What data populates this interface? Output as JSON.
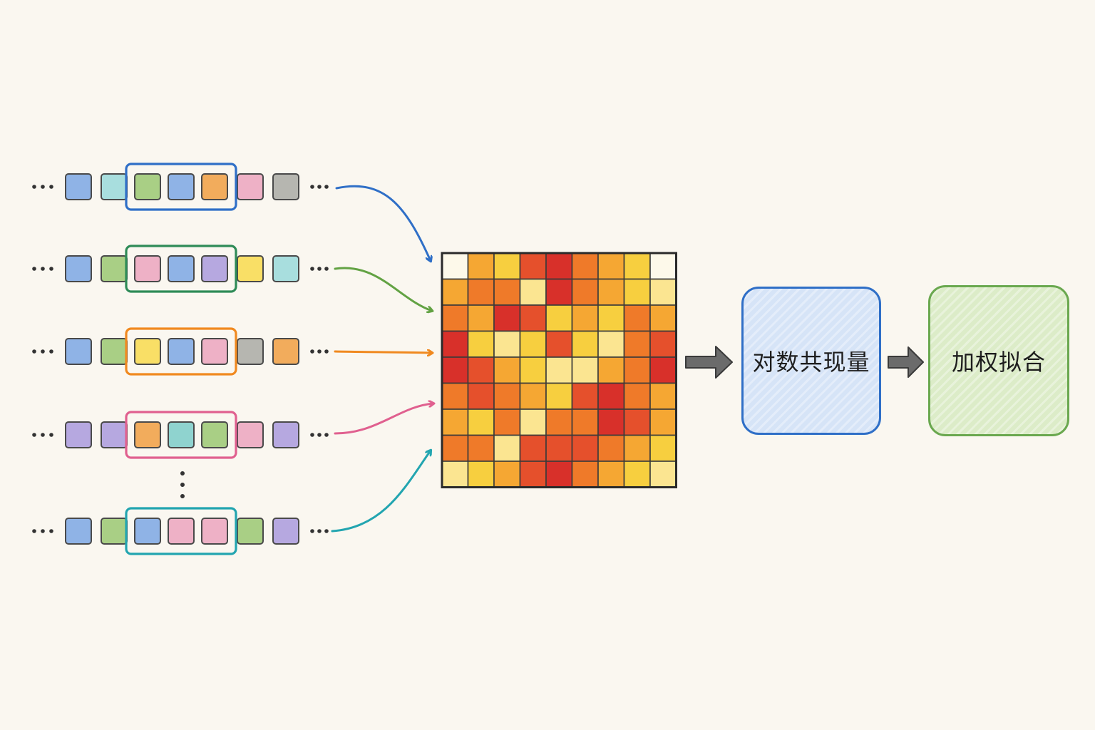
{
  "steps": {
    "log_cooccurrence_label": "对数共现量",
    "weighted_fit_label": "加权拟合"
  },
  "colors": {
    "background": "#faf7f0",
    "tokens": [
      "#8fb3e6",
      "#a8dede",
      "#a9cf85",
      "#f2ac5c",
      "#eeb1c6",
      "#b6b6b0",
      "#b6a8e0",
      "#f9df66"
    ],
    "windows": [
      "#2f6fc7",
      "#2e8b57",
      "#f0891f",
      "#e0608f",
      "#22a5b0"
    ],
    "heat_scale": [
      "#fdf9ea",
      "#fbe591",
      "#f7cf3f",
      "#f5a733",
      "#ef7a29",
      "#e5502c",
      "#d8302a"
    ],
    "log_box": "#2f6fc7",
    "fit_box": "#6aa84f"
  },
  "sequences": [
    {
      "tokens": [
        "#8fb3e6",
        "#a8dede",
        "#a9cf85",
        "#8fb3e6",
        "#f2ac5c",
        "#eeb1c6",
        "#b6b6b0"
      ],
      "window_start": 2,
      "window_color": "#2f6fc7"
    },
    {
      "tokens": [
        "#8fb3e6",
        "#a9cf85",
        "#eeb1c6",
        "#8fb3e6",
        "#b6a8e0",
        "#f9df66",
        "#a8dede"
      ],
      "window_start": 2,
      "window_color": "#2e8b57"
    },
    {
      "tokens": [
        "#8fb3e6",
        "#a9cf85",
        "#f9df66",
        "#8fb3e6",
        "#eeb1c6",
        "#b6b6b0",
        "#f2ac5c"
      ],
      "window_start": 2,
      "window_color": "#f0891f"
    },
    {
      "tokens": [
        "#b6a8e0",
        "#b6a8e0",
        "#f2ac5c",
        "#8fd3cf",
        "#a9cf85",
        "#eeb1c6",
        "#b6a8e0"
      ],
      "window_start": 2,
      "window_color": "#e0608f"
    },
    {
      "tokens": [
        "#8fb3e6",
        "#a9cf85",
        "#8fb3e6",
        "#eeb1c6",
        "#eeb1c6",
        "#a9cf85",
        "#b6a8e0"
      ],
      "window_start": 2,
      "window_color": "#22a5b0"
    }
  ],
  "matrix": {
    "rows": 9,
    "cols": 9,
    "levels": [
      [
        0,
        3,
        2,
        5,
        6,
        4,
        3,
        2,
        0
      ],
      [
        3,
        4,
        4,
        1,
        6,
        4,
        3,
        2,
        1
      ],
      [
        4,
        3,
        6,
        5,
        2,
        3,
        2,
        4,
        3
      ],
      [
        6,
        2,
        1,
        2,
        5,
        2,
        1,
        4,
        5
      ],
      [
        6,
        5,
        3,
        2,
        1,
        1,
        3,
        4,
        6
      ],
      [
        4,
        5,
        4,
        3,
        2,
        5,
        6,
        4,
        3
      ],
      [
        3,
        2,
        4,
        1,
        4,
        4,
        6,
        5,
        3
      ],
      [
        4,
        4,
        1,
        5,
        5,
        5,
        4,
        3,
        2
      ],
      [
        1,
        2,
        3,
        5,
        6,
        4,
        3,
        2,
        1
      ]
    ]
  }
}
